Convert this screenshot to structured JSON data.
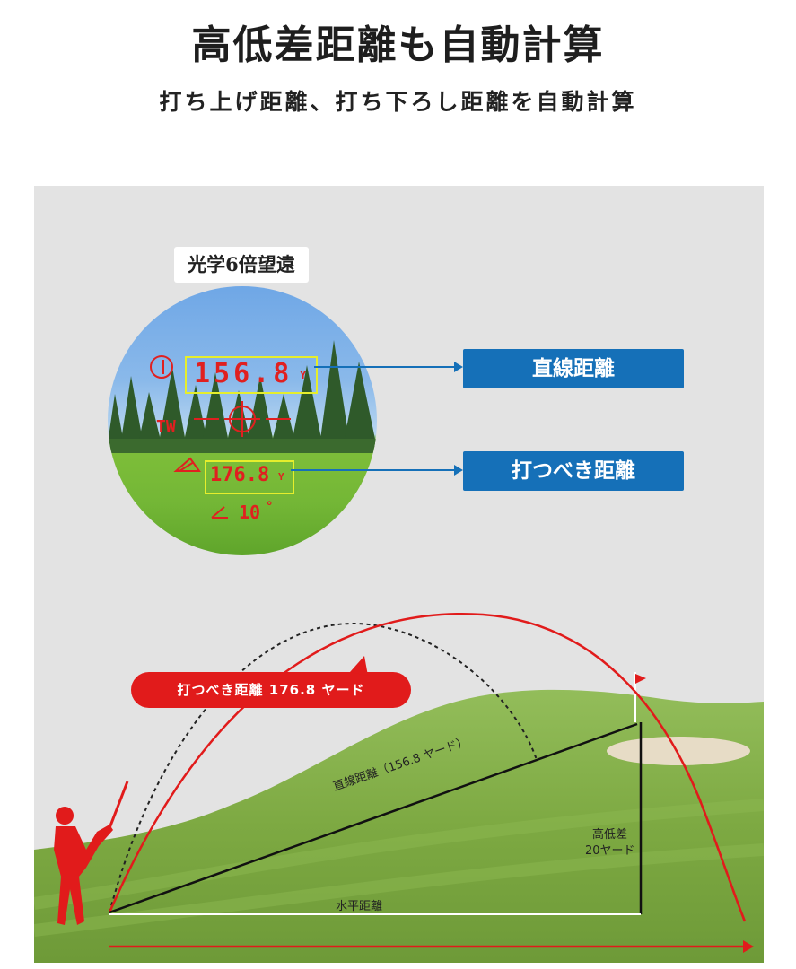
{
  "header": {
    "title": "高低差距離も自動計算",
    "subtitle": "打ち上げ距離、打ち下ろし距離を自動計算"
  },
  "scope": {
    "zoom_label": "光学6倍望遠",
    "straight_reading": "156.8",
    "straight_unit": "Y",
    "shot_reading": "176.8",
    "shot_unit": "Y",
    "angle_reading": "10",
    "angle_unit": "°"
  },
  "callouts": {
    "straight_distance": "直線距離",
    "shot_distance": "打つべき距離"
  },
  "diagram": {
    "shot_pill": "打つべき距離 176.8 ヤード",
    "straight_line_label": "直線距離（156.8 ヤード）",
    "elevation_label_1": "高低差",
    "elevation_label_2": "20ヤード",
    "horizontal_label": "水平距離"
  },
  "colors": {
    "accent_red": "#e11b1b",
    "callout_blue": "#1570b8",
    "hud_yellow": "#e6ee2c",
    "grass_green": "#7fae45"
  }
}
